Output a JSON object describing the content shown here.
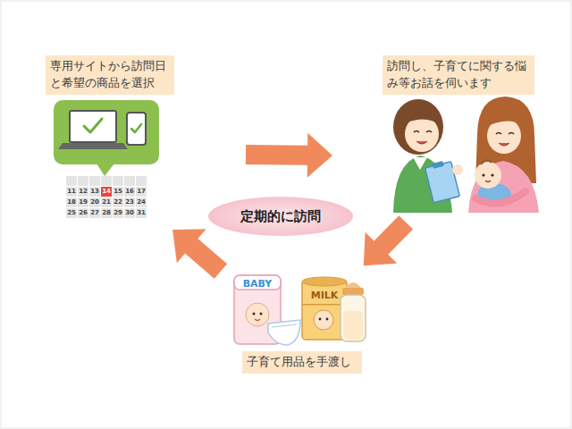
{
  "diagram": {
    "nodes": [
      {
        "text": [
          "専用サイトから訪問日 と希望の商品を選択"
        ]
      },
      {
        "text": [
          "訪問し、子育てに関する悩 み等お話を伺います"
        ]
      },
      {
        "text": [
          "定期的に訪問"
        ]
      },
      {
        "text": [
          "子育て用品を手渡し"
        ]
      }
    ],
    "edges": [
      {
        "from": 0,
        "to": 1,
        "arrow": "to"
      },
      {
        "from": 1,
        "to": 3,
        "arrow": "to"
      },
      {
        "from": 3,
        "to": 0,
        "arrow": "to"
      }
    ],
    "labels": [
      "11",
      "12",
      "13",
      "14",
      "15",
      "16",
      "17",
      "18",
      "19",
      "20",
      "21",
      "22",
      "23",
      "24",
      "25",
      "26",
      "27",
      "28",
      "29",
      "30",
      "31",
      "BABY",
      "MILK"
    ]
  }
}
